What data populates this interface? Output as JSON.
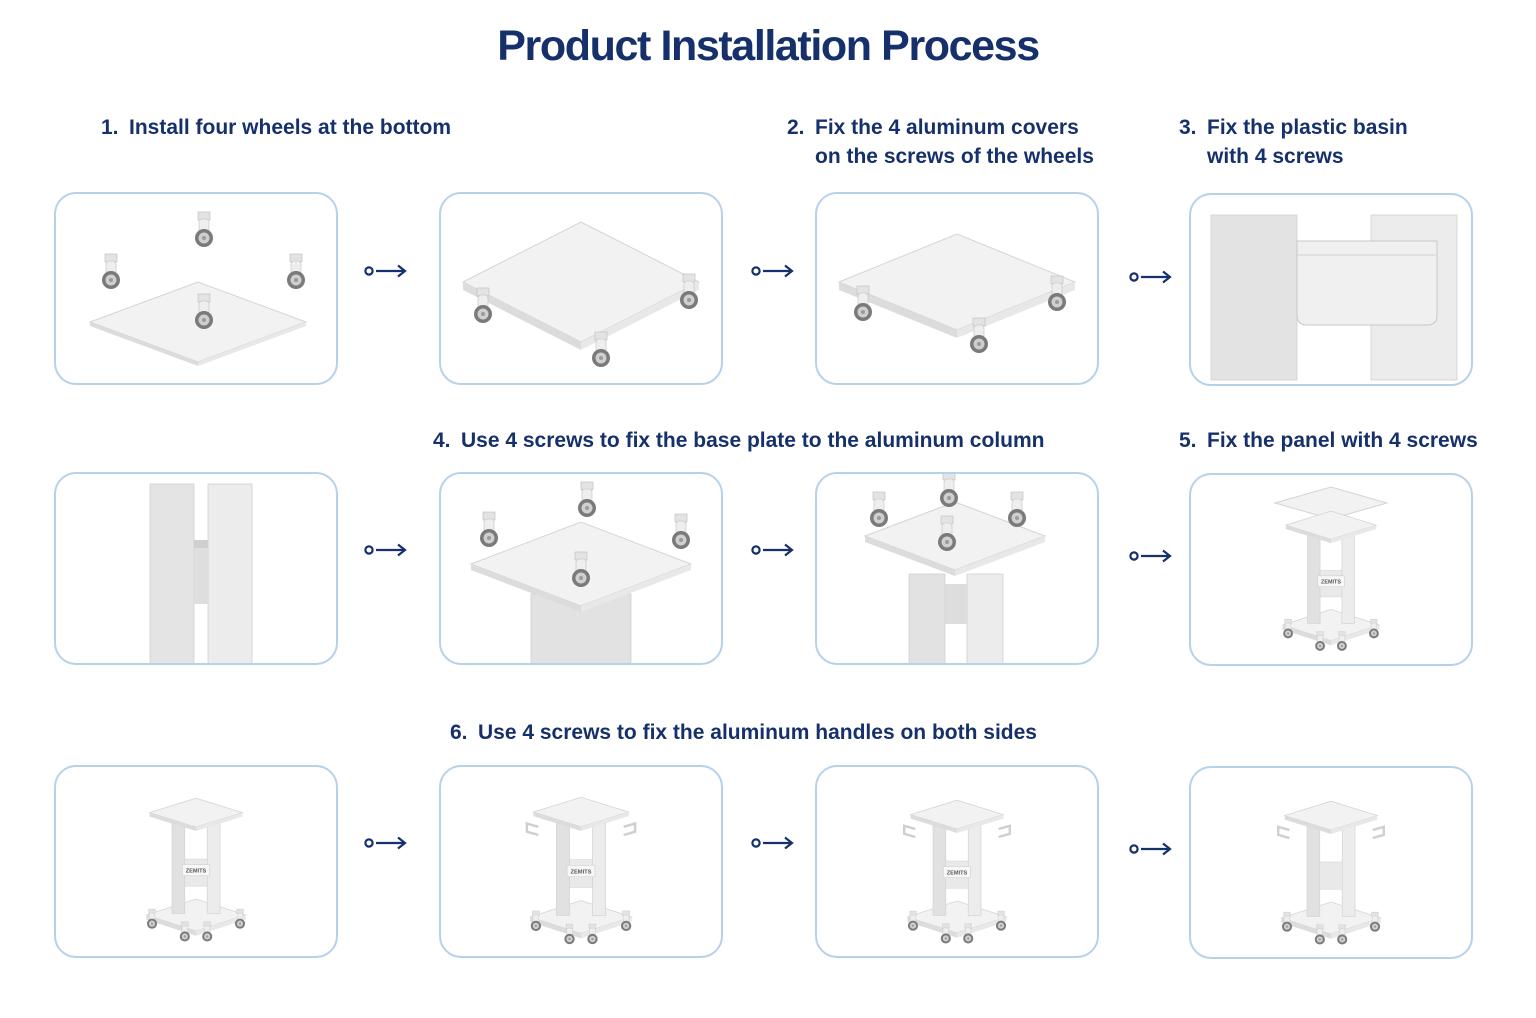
{
  "title": "Product Installation Process",
  "colors": {
    "title": "#16306b",
    "card_border": "#b6d1ea",
    "arrow": "#16306b",
    "product": "#f2f2f2",
    "wheel": "#7a7a7a"
  },
  "steps": [
    {
      "number": "1.",
      "line1": "Install four wheels at the bottom",
      "line2": ""
    },
    {
      "number": "2.",
      "line1": "Fix the 4 aluminum covers",
      "line2": "on the screws of the wheels"
    },
    {
      "number": "3.",
      "line1": "Fix the plastic basin",
      "line2": "with 4 screws"
    },
    {
      "number": "4.",
      "line1": "Use 4 screws to fix the base plate to the aluminum column",
      "line2": ""
    },
    {
      "number": "5.",
      "line1": "Fix the panel with 4 screws",
      "line2": ""
    },
    {
      "number": "6.",
      "line1": "Use 4 screws to fix the aluminum handles on both sides",
      "line2": ""
    }
  ],
  "cards": [
    {
      "scene": "wheels-exploded"
    },
    {
      "scene": "base-with-wheels"
    },
    {
      "scene": "base-with-covers"
    },
    {
      "scene": "basin-on-columns"
    },
    {
      "scene": "columns-with-basin"
    },
    {
      "scene": "base-plate-exploded"
    },
    {
      "scene": "base-plate-mounted"
    },
    {
      "scene": "cart-panel-exploded"
    },
    {
      "scene": "cart-complete"
    },
    {
      "scene": "cart-handles-exploded"
    },
    {
      "scene": "cart-handles-mounted"
    },
    {
      "scene": "cart-final"
    }
  ],
  "brand_text": "ZEMITS",
  "arrow_icon": "arrow-right-icon"
}
